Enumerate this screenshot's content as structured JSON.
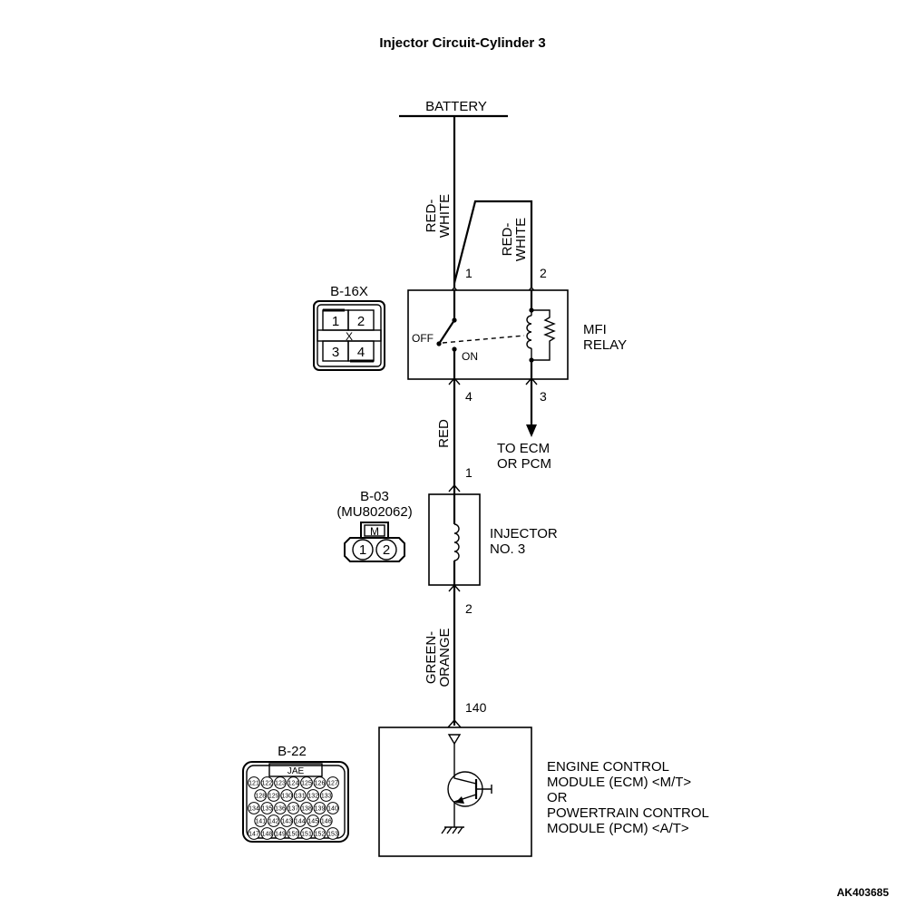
{
  "title": "Injector Circuit-Cylinder 3",
  "battery": "BATTERY",
  "wires": {
    "red_white_left": [
      "RED-",
      "WHITE"
    ],
    "red_white_right": [
      "RED-",
      "WHITE"
    ],
    "red": "RED",
    "green_orange": [
      "GREEN-",
      "ORANGE"
    ]
  },
  "pins": {
    "relay_1": "1",
    "relay_2": "2",
    "relay_4": "4",
    "relay_3": "3",
    "injector_1": "1",
    "injector_2": "2",
    "ecm_140": "140"
  },
  "relay": {
    "name": [
      "MFI",
      "RELAY"
    ],
    "off": "OFF",
    "on": "ON",
    "to_ecm": [
      "TO ECM",
      "OR PCM"
    ]
  },
  "connector_b16x": {
    "name": "B-16X",
    "cells": [
      "1",
      "2",
      "X",
      "3",
      "4"
    ]
  },
  "connector_b03": {
    "name": "B-03",
    "part": "(MU802062)",
    "key": "M",
    "pins": [
      "1",
      "2"
    ]
  },
  "injector": {
    "name": [
      "INJECTOR",
      "NO. 3"
    ]
  },
  "connector_b22": {
    "name": "B-22",
    "maker": "JAE",
    "rows": [
      [
        "121",
        "122",
        "123",
        "124",
        "125",
        "126",
        "127"
      ],
      [
        "128",
        "129",
        "130",
        "131",
        "132",
        "133"
      ],
      [
        "134",
        "135",
        "136",
        "137",
        "138",
        "139",
        "140"
      ],
      [
        "141",
        "142",
        "143",
        "144",
        "145",
        "146"
      ],
      [
        "147",
        "148",
        "149",
        "150",
        "151",
        "152",
        "153"
      ]
    ]
  },
  "ecm": {
    "lines": [
      "ENGINE CONTROL",
      "MODULE (ECM) <M/T>",
      "OR",
      "POWERTRAIN CONTROL",
      "MODULE (PCM) <A/T>"
    ]
  },
  "figure_id": "AK403685"
}
